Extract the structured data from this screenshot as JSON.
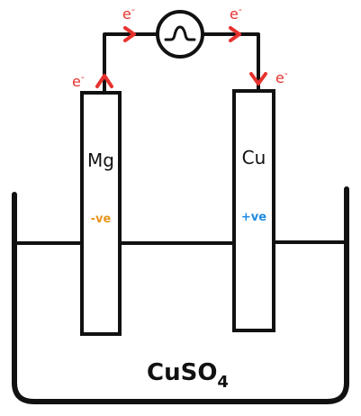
{
  "electrodes": {
    "left": {
      "symbol": "Mg",
      "charge": "-ve"
    },
    "right": {
      "symbol": "Cu",
      "charge": "+ve"
    }
  },
  "electrolyte": {
    "formula_main": "CuSO",
    "formula_sub": "4"
  },
  "electron_label": {
    "base": "e",
    "sup": "-"
  },
  "colors": {
    "outline": "#111111",
    "arrow": "#e6322e",
    "negative": "#e8961e",
    "positive": "#1f8be0"
  },
  "icons": {
    "meter": "galvanometer-icon"
  }
}
